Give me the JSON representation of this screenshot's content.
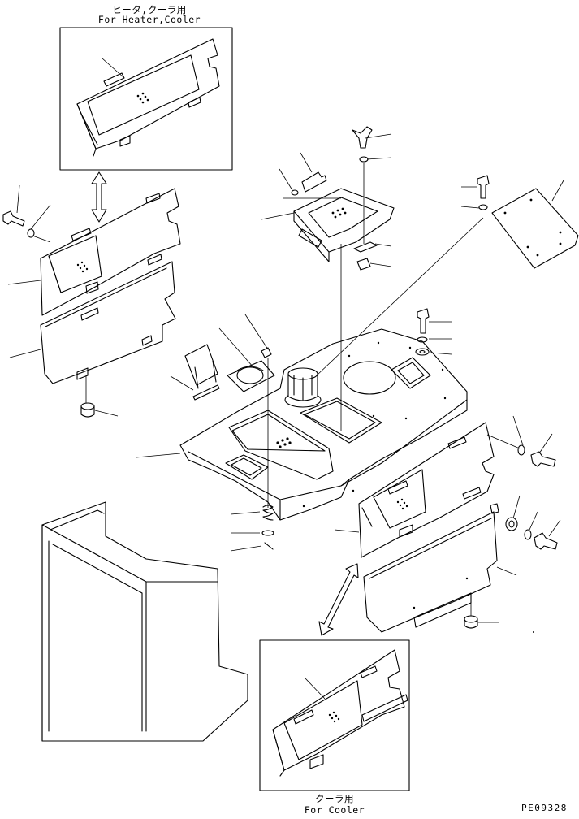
{
  "captions": {
    "top_jp": "ヒータ,クーラ用",
    "top_en": "For Heater,Cooler",
    "bottom_jp": "クーラ用",
    "bottom_en": "For Cooler"
  },
  "drawing_code": "PE09328"
}
